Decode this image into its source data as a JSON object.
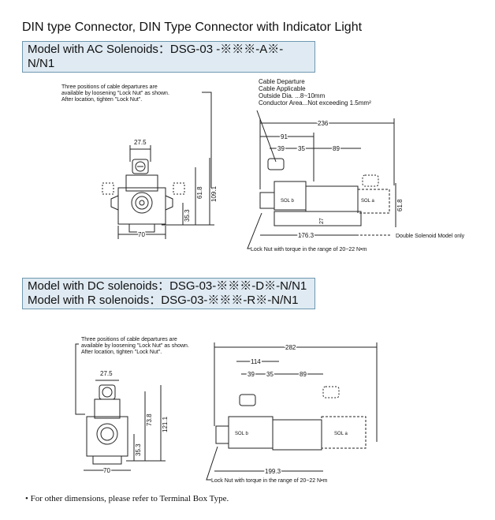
{
  "page": {
    "title": "DIN type Connector, DIN Type Connector with Indicator Light",
    "footer": "• For other dimensions, please refer to Terminal Box Type."
  },
  "section_ac": {
    "heading": "Model with AC Solenoids：DSG-03 -※※※-A※-N/N1"
  },
  "section_dcr": {
    "heading_line1": "Model with DC solenoids：DSG-03-※※※-D※-N/N1",
    "heading_line2": "Model with R solenoids：DSG-03-※※※-R※-N/N1"
  },
  "drawing_ac": {
    "note_line1": "Three positions of cable departures are",
    "note_line2": "available by loosening \"Lock Nut\" as shown.",
    "note_line3": "After location, tighten \"Lock Nut\".",
    "cable_line1": "Cable Departure",
    "cable_line2": "Cable Applicable",
    "cable_line3": "Outside Dia. ...8~10mm",
    "cable_line4": "Conductor Area...Not exceeding 1.5mm²",
    "dim_27_5": "27.5",
    "dim_61_8_front": "61.8",
    "dim_109_1": "109.1",
    "dim_35_3": "35.3",
    "dim_70": "70",
    "dim_236": "236",
    "dim_91": "91",
    "dim_39": "39",
    "dim_35": "35",
    "dim_89": "89",
    "dim_27": "27",
    "dim_61_8_side": "61.8",
    "dim_176_3": "176.3",
    "sol_b": "SOL b",
    "sol_a": "SOL a",
    "double_note": "Double Solenoid Model only",
    "locknut_note": "Lock Nut with torque in the range of  20~22 N•m"
  },
  "drawing_dc": {
    "note_line1": "Three positions of cable departures are",
    "note_line2": "available by loosening \"Lock Nut\" as shown.",
    "note_line3": "After location, tighten \"Lock Nut\".",
    "dim_27_5": "27.5",
    "dim_73_8": "73.8",
    "dim_121_1": "121.1",
    "dim_35_3": "35.3",
    "dim_70": "70",
    "dim_282": "282",
    "dim_114": "114",
    "dim_39": "39",
    "dim_35": "35",
    "dim_89": "89",
    "dim_199_3": "199.3",
    "sol_b": "SOL b",
    "sol_a": "SOL a",
    "locknut_note": "Lock Nut with torque in the range of  20~22 N•m"
  }
}
